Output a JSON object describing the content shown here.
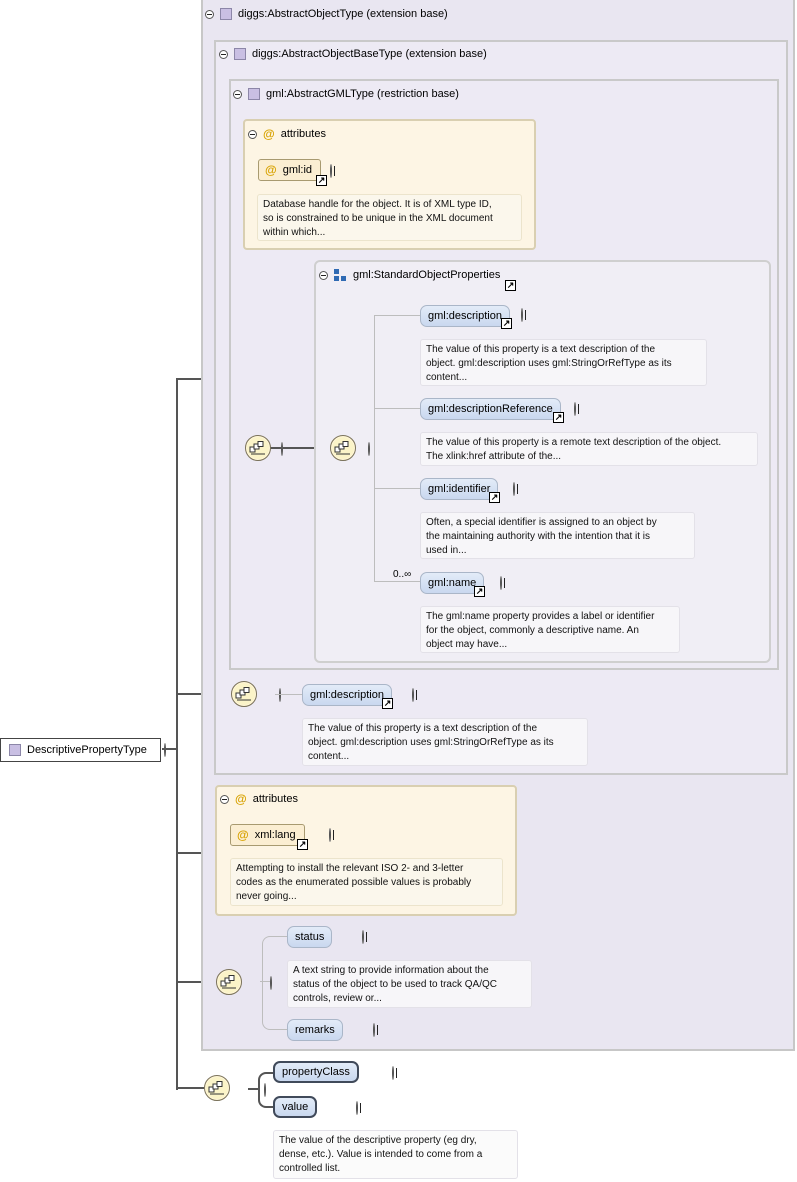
{
  "root": {
    "label": "DescriptivePropertyType"
  },
  "ext_object": {
    "label": "diggs:AbstractObjectType (extension base)"
  },
  "ext_base": {
    "label": "diggs:AbstractObjectBaseType (extension base)"
  },
  "restr_gml": {
    "label": "gml:AbstractGMLType (restriction base)"
  },
  "attrs1": {
    "title": "attributes",
    "item": "gml:id",
    "doc": [
      "Database handle for the object. It is of XML type ID,",
      "so is constrained to be unique in the XML document",
      "within which..."
    ]
  },
  "std_props": {
    "title": "gml:StandardObjectProperties",
    "items": [
      {
        "label": "gml:description",
        "doc": [
          "The value of this property is a text description of the",
          "object. gml:description uses gml:StringOrRefType as its",
          "content..."
        ]
      },
      {
        "label": "gml:descriptionReference",
        "doc": [
          "The value of this property is a remote text description of the object.",
          "The xlink:href attribute of the..."
        ]
      },
      {
        "label": "gml:identifier",
        "doc": [
          "Often, a special identifier is assigned to an object by",
          "the maintaining authority with the intention that it is",
          "used in..."
        ]
      },
      {
        "label": "gml:name",
        "multiplicity": "0..∞",
        "doc": [
          "The gml:name property provides a label or identifier",
          "for the object, commonly a descriptive name. An",
          "object may have..."
        ]
      }
    ]
  },
  "base_desc": {
    "label": "gml:description",
    "doc": [
      "The value of this property is a text description of the",
      "object. gml:description uses gml:StringOrRefType as its",
      "content..."
    ]
  },
  "attrs2": {
    "title": "attributes",
    "item": "xml:lang",
    "doc": [
      "Attempting to install the relevant ISO 2- and 3-letter",
      "codes as the enumerated possible values is probably",
      "never going..."
    ]
  },
  "status": {
    "label": "status",
    "doc": [
      "A text string to provide information about the",
      "status of the object to be used to track QA/QC",
      "controls, review or..."
    ]
  },
  "remarks": {
    "label": "remarks"
  },
  "property_class": {
    "label": "propertyClass"
  },
  "value": {
    "label": "value",
    "doc": [
      "The value of the descriptive property (eg dry,",
      "dense, etc.). Value is intended to come from a",
      "controlled list."
    ]
  },
  "colors": {
    "type_box": "#e9e6f1",
    "attr_box": "#fdf5e4",
    "element": "#d2deef",
    "sequence": "#fbf4c8"
  }
}
